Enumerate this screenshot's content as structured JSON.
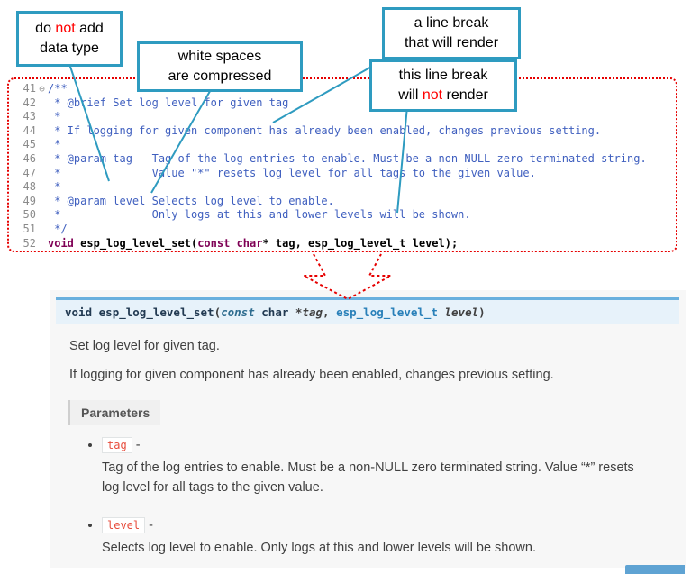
{
  "colors": {
    "callout_border": "#2e9bc0",
    "annotation_red": "#ff0000",
    "dotted_outline_red": "#e60000",
    "comment_blue": "#3f5fbf",
    "keyword_purple": "#7f0055",
    "doc_accent_blue": "#6ab0de",
    "literal_red": "#e74c3c"
  },
  "callouts": [
    {
      "id": "no-datatype",
      "rows": [
        [
          [
            "do ",
            false
          ],
          [
            "not",
            true
          ],
          [
            " add",
            false
          ]
        ],
        [
          [
            "data type",
            false
          ]
        ]
      ]
    },
    {
      "id": "whitespace",
      "rows": [
        [
          [
            "white spaces",
            false
          ]
        ],
        [
          [
            "are  compressed",
            false
          ]
        ]
      ]
    },
    {
      "id": "break-render",
      "rows": [
        [
          [
            "a line break",
            false
          ]
        ],
        [
          [
            "that will render",
            false
          ]
        ]
      ]
    },
    {
      "id": "break-no-render",
      "rows": [
        [
          [
            "this line break",
            false
          ]
        ],
        [
          [
            "will ",
            false
          ],
          [
            "not",
            true
          ],
          [
            " render",
            false
          ]
        ]
      ]
    }
  ],
  "editor": {
    "fold_glyph": "⊖",
    "lines": [
      {
        "num": "41",
        "fold": true,
        "segs": [
          [
            "c",
            "/**"
          ]
        ]
      },
      {
        "num": "42",
        "fold": false,
        "segs": [
          [
            "c",
            " * @brief Set log level for given tag"
          ]
        ]
      },
      {
        "num": "43",
        "fold": false,
        "segs": [
          [
            "c",
            " *"
          ]
        ]
      },
      {
        "num": "44",
        "fold": false,
        "segs": [
          [
            "c",
            " * If logging for given component has already been enabled, changes previous setting."
          ]
        ]
      },
      {
        "num": "45",
        "fold": false,
        "segs": [
          [
            "c",
            " *"
          ]
        ]
      },
      {
        "num": "46",
        "fold": false,
        "segs": [
          [
            "c",
            " * @param tag   Tag of the log entries to enable. Must be a non-NULL zero terminated string."
          ]
        ]
      },
      {
        "num": "47",
        "fold": false,
        "segs": [
          [
            "c",
            " *              Value \"*\" resets log level for all tags to the given value."
          ]
        ]
      },
      {
        "num": "48",
        "fold": false,
        "segs": [
          [
            "c",
            " *"
          ]
        ]
      },
      {
        "num": "49",
        "fold": false,
        "segs": [
          [
            "c",
            " * @param level Selects log level to enable."
          ]
        ]
      },
      {
        "num": "50",
        "fold": false,
        "segs": [
          [
            "c",
            " *              Only logs at this and lower levels will be shown."
          ]
        ]
      },
      {
        "num": "51",
        "fold": false,
        "segs": [
          [
            "c",
            " */"
          ]
        ]
      },
      {
        "num": "52",
        "fold": false,
        "segs": [
          [
            "k",
            "void"
          ],
          [
            "p",
            " "
          ],
          [
            "f",
            "esp_log_level_set"
          ],
          [
            "p",
            "("
          ],
          [
            "k",
            "const"
          ],
          [
            "p",
            " "
          ],
          [
            "k",
            "char"
          ],
          [
            "p",
            "* tag, esp_log_level_t level);"
          ]
        ]
      }
    ]
  },
  "doc": {
    "signature": [
      {
        "t": "void ",
        "c": "kw"
      },
      {
        "t": "esp_log_level_set",
        "c": "name"
      },
      {
        "t": "(",
        "c": "plain"
      },
      {
        "t": "const",
        "c": "const"
      },
      {
        "t": "  char ",
        "c": "type"
      },
      {
        "t": "*tag",
        "c": "param"
      },
      {
        "t": ", ",
        "c": "plain"
      },
      {
        "t": "esp_log_level_t",
        "c": "link"
      },
      {
        "t": " level",
        "c": "param"
      },
      {
        "t": ")",
        "c": "plain"
      }
    ],
    "para1": "Set log level for given tag.",
    "para2": "If logging for given component has already been enabled, changes previous setting.",
    "parameters_label": "Parameters",
    "param_suffix": " -",
    "params": [
      {
        "name": "tag",
        "desc": "Tag of the log entries to enable. Must be a non-NULL zero terminated string. Value “*” resets log level for all tags to the given value."
      },
      {
        "name": "level",
        "desc": "Selects log level to enable. Only logs at this and lower levels will be shown."
      }
    ]
  }
}
